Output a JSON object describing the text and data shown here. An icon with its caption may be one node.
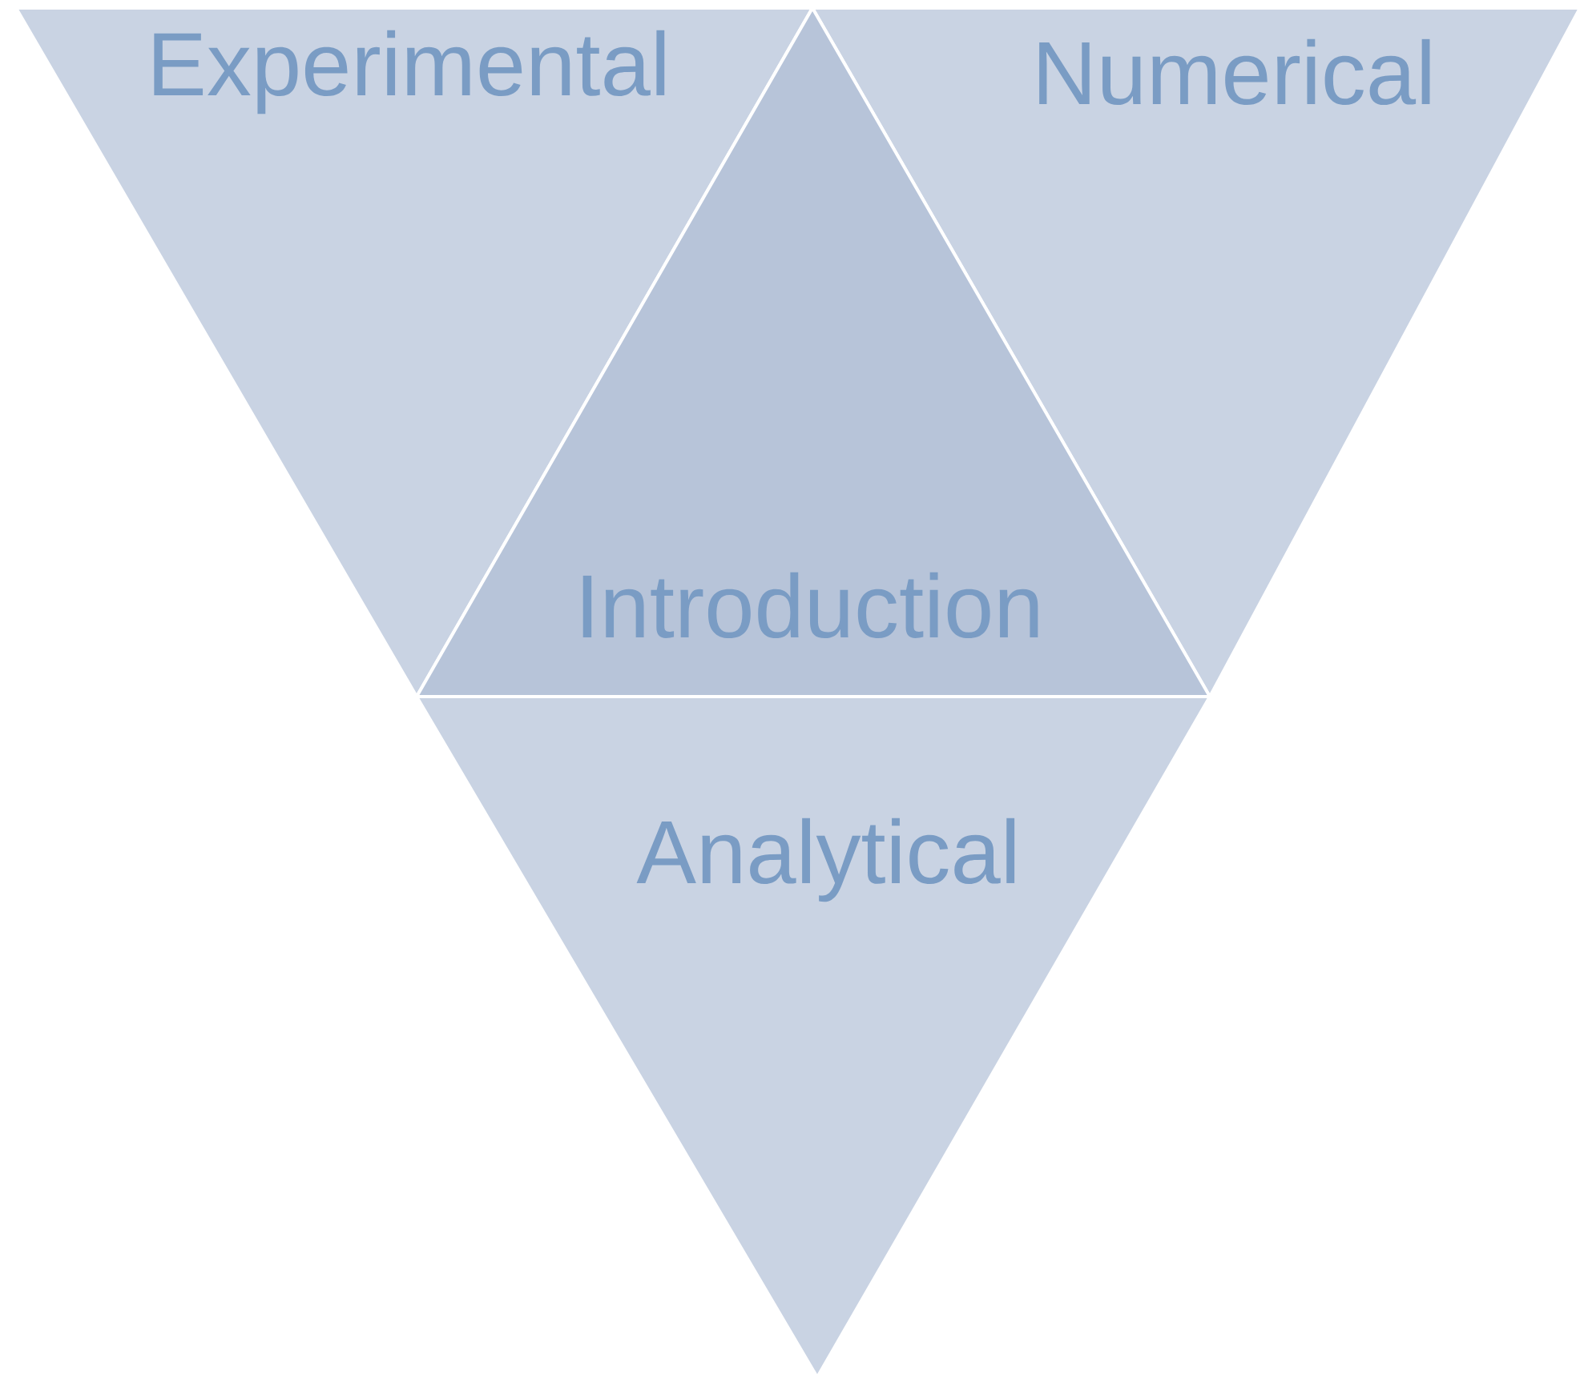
{
  "diagram": {
    "nodes": [
      {
        "text": [
          "Experimental"
        ]
      },
      {
        "text": [
          "Numerical"
        ]
      },
      {
        "text": [
          "Introduction"
        ]
      },
      {
        "text": [
          "Analytical"
        ]
      }
    ]
  }
}
